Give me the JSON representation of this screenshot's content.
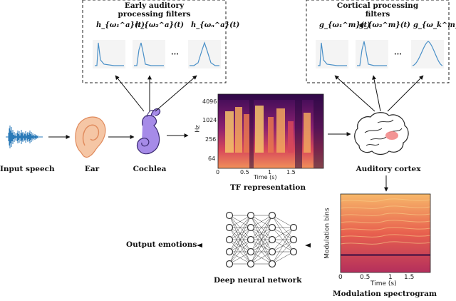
{
  "labels": {
    "input_speech": "Input speech",
    "ear": "Ear",
    "cochlea": "Cochlea",
    "tf_representation": "TF representation",
    "auditory_cortex": "Auditory cortex",
    "deep_neural_network": "Deep neural network",
    "output_emotions": "Output emotions",
    "modulation_spectrogram": "Modulation spectrogram"
  },
  "early_filters": {
    "title_line1": "Early auditory",
    "title_line2": "processing filters",
    "f1": "h_{ω₁^a}(t)",
    "f2": "h_{ω₂^a}(t)",
    "fn": "h_{ωₙ^a}(t)",
    "ellipsis": "···"
  },
  "cortical_filters": {
    "title_line1": "Cortical processing",
    "title_line2": "filters",
    "f1": "g_{ω₁^m}(t)",
    "f2": "g_{ω₂^m}(t)",
    "fn": "g_{ω_k^m}(t)",
    "ellipsis": "···"
  },
  "tf_plot": {
    "ylabel": "Hz",
    "xlabel": "Time (s)",
    "yticks": [
      "4096",
      "1024",
      "256",
      "64"
    ],
    "xticks": [
      "0",
      "0.5",
      "1",
      "1.5"
    ]
  },
  "mod_plot": {
    "ylabel": "Modulation bins",
    "xlabel": "Time (s)",
    "xticks": [
      "0",
      "0.5",
      "1",
      "1.5"
    ]
  },
  "colors": {
    "waveform": "#2a7ab8",
    "ear": "#f5c6a5",
    "ear_stroke": "#e08a5c",
    "cochlea": "#a68be8",
    "filter_curve": "#4a90c8",
    "brain_highlight": "#f28a8a"
  }
}
